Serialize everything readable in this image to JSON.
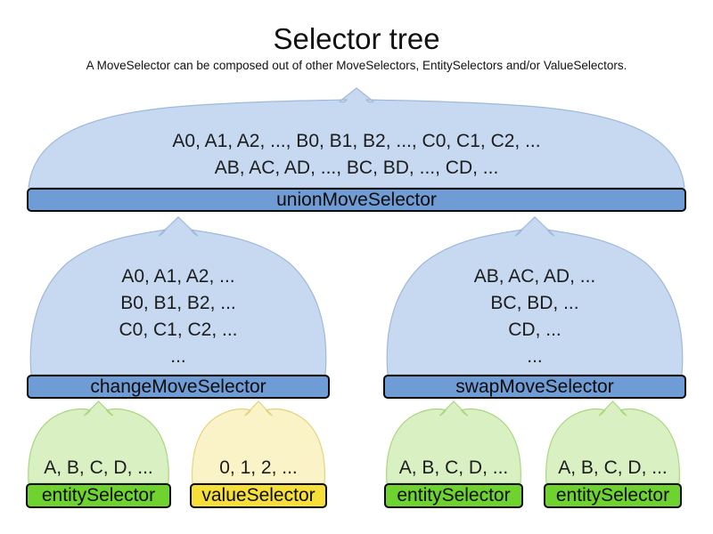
{
  "header": {
    "title": "Selector tree",
    "subtitle": "A MoveSelector can be composed out of other MoveSelectors, EntitySelectors and/or ValueSelectors."
  },
  "colors": {
    "move_selector_funnel": "#c6d9f0",
    "move_selector_bar": "#6f9cd4",
    "entity_selector_funnel": "#d9f0c3",
    "entity_selector_bar": "#6fd32f",
    "value_selector_funnel": "#faf3c8",
    "value_selector_bar": "#f7df3a",
    "bar_border": "#0a0a0a"
  },
  "tree": {
    "union": {
      "label": "unionMoveSelector",
      "lines": [
        "A0, A1, A2, ..., B0, B1, B2, ..., C0, C1, C2, ...",
        "AB, AC, AD, ..., BC, BD, ..., CD, ..."
      ]
    },
    "change": {
      "label": "changeMoveSelector",
      "lines": [
        "A0, A1, A2, ...",
        "B0, B1, B2, ...",
        "C0, C1, C2, ...",
        "..."
      ]
    },
    "swap": {
      "label": "swapMoveSelector",
      "lines": [
        "AB, AC, AD, ...",
        "BC, BD, ...",
        "CD, ...",
        "..."
      ]
    },
    "entity1": {
      "label": "entitySelector",
      "lines": [
        "A, B, C, D, ..."
      ]
    },
    "value1": {
      "label": "valueSelector",
      "lines": [
        "0, 1, 2, ..."
      ]
    },
    "entity2": {
      "label": "entitySelector",
      "lines": [
        "A, B, C, D, ..."
      ]
    },
    "entity3": {
      "label": "entitySelector",
      "lines": [
        "A, B, C, D, ..."
      ]
    }
  }
}
